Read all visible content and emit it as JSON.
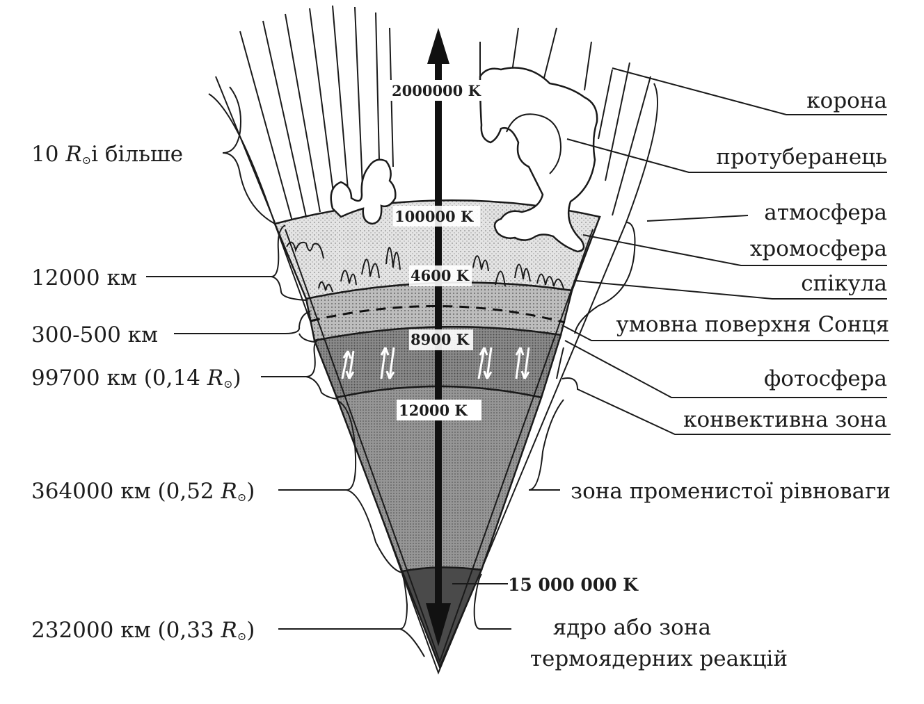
{
  "temperatures": {
    "corona": "2000000 K",
    "chromosphere_top": "100000 K",
    "chromosphere_base": "4600 K",
    "photosphere": "8900 K",
    "convective_base": "12000 K",
    "core": "15 000 000 K"
  },
  "left_labels": {
    "corona_size": {
      "prefix": "10 ",
      "r": "R",
      "suffix": "і більше"
    },
    "chromosphere": {
      "text": "12000 км"
    },
    "photosphere": {
      "text": "300-500 км"
    },
    "convective": {
      "prefix": "99700 км (0,14 ",
      "r": "R",
      "suffix": ")"
    },
    "radiative": {
      "prefix": "364000 км (0,52 ",
      "r": "R",
      "suffix": ")"
    },
    "core": {
      "prefix": "232000 км (0,33 ",
      "r": "R",
      "suffix": ")"
    }
  },
  "right_labels": {
    "corona": "корона",
    "prominence": "протуберанець",
    "atmosphere": "атмосфера",
    "chromosphere": "хромосфера",
    "spicule": "спікула",
    "surface": "умовна поверхня Сонця",
    "photosphere": "фотосфера",
    "convective": "конвективна зона",
    "radiative": "зона променистої рівноваги",
    "core_line1": "ядро або зона",
    "core_line2": "термоядерних реакцій"
  },
  "colors": {
    "ink": "#1a1a1a",
    "chromosphere_fill": "#dcdcdc",
    "photosphere_fill": "#b4b4b4",
    "convective_fill": "#7c7c7c",
    "radiative_fill": "#8c8c8c",
    "core_fill": "#4a4a4a"
  }
}
